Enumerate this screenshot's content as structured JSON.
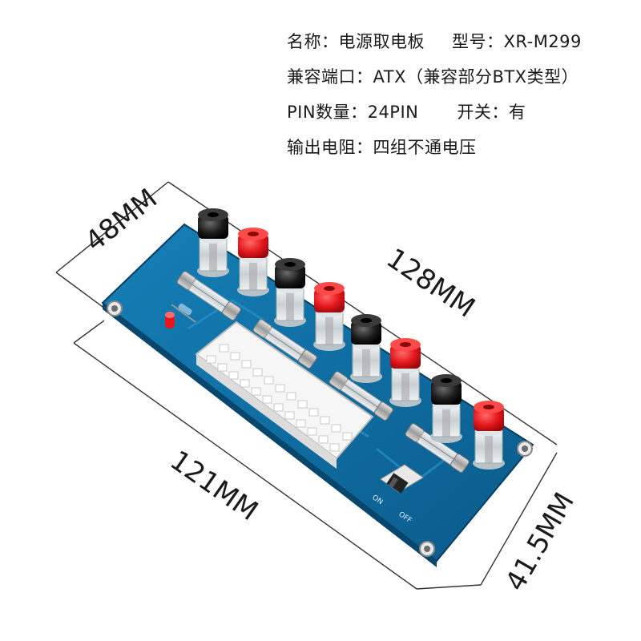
{
  "specs": {
    "name_label": "名称：",
    "name_value": "电源取电板",
    "model_label": "型号：",
    "model_value": "XR-M299",
    "port_label": "兼容端口：",
    "port_value": "ATX（兼容部分BTX类型）",
    "pin_label": "PIN数量：",
    "pin_value": "24PIN",
    "switch_label": "开关：",
    "switch_value": "有",
    "output_label": "输出电阻：",
    "output_value": "四组不通电压"
  },
  "dimensions": {
    "width_top": "128MM",
    "height_left": "48MM",
    "width_bottom": "121MM",
    "height_right": "41.5MM"
  },
  "board": {
    "switch_on_label": "ON",
    "switch_off_label": "OFF",
    "pcb_color": "#0d6a9e",
    "terminal_red": "#e3161b",
    "terminal_black": "#1b1b1b"
  }
}
